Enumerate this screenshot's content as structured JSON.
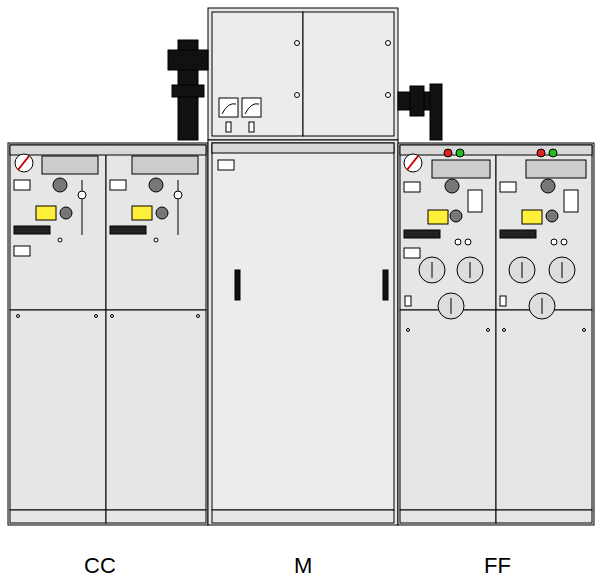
{
  "diagram": {
    "labels": [
      "CC",
      "M",
      "FF"
    ]
  }
}
